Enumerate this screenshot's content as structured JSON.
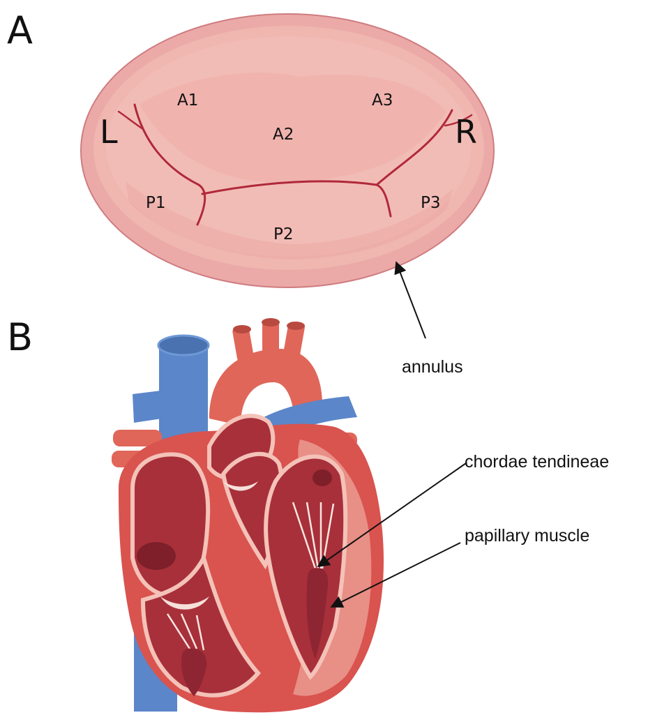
{
  "panels": {
    "a": {
      "letter": "A",
      "segments": {
        "a1": "A1",
        "a2": "A2",
        "a3": "A3",
        "p1": "P1",
        "p2": "P2",
        "p3": "P3"
      },
      "sides": {
        "left": "L",
        "right": "R"
      },
      "callout": "annulus"
    },
    "b": {
      "letter": "B",
      "callouts": {
        "chordae": "chordae tendineae",
        "papillary": "papillary muscle"
      }
    }
  },
  "colors": {
    "annulus_rim": "#ebaaa8",
    "leaflet": "#f2bcb6",
    "commissure": "#b0283a",
    "myocardium": "#d9534f",
    "chamber": "#a8303a",
    "inner_wall": "#f4c2b8",
    "vein": "#5b86c9",
    "artery": "#e0665a"
  }
}
